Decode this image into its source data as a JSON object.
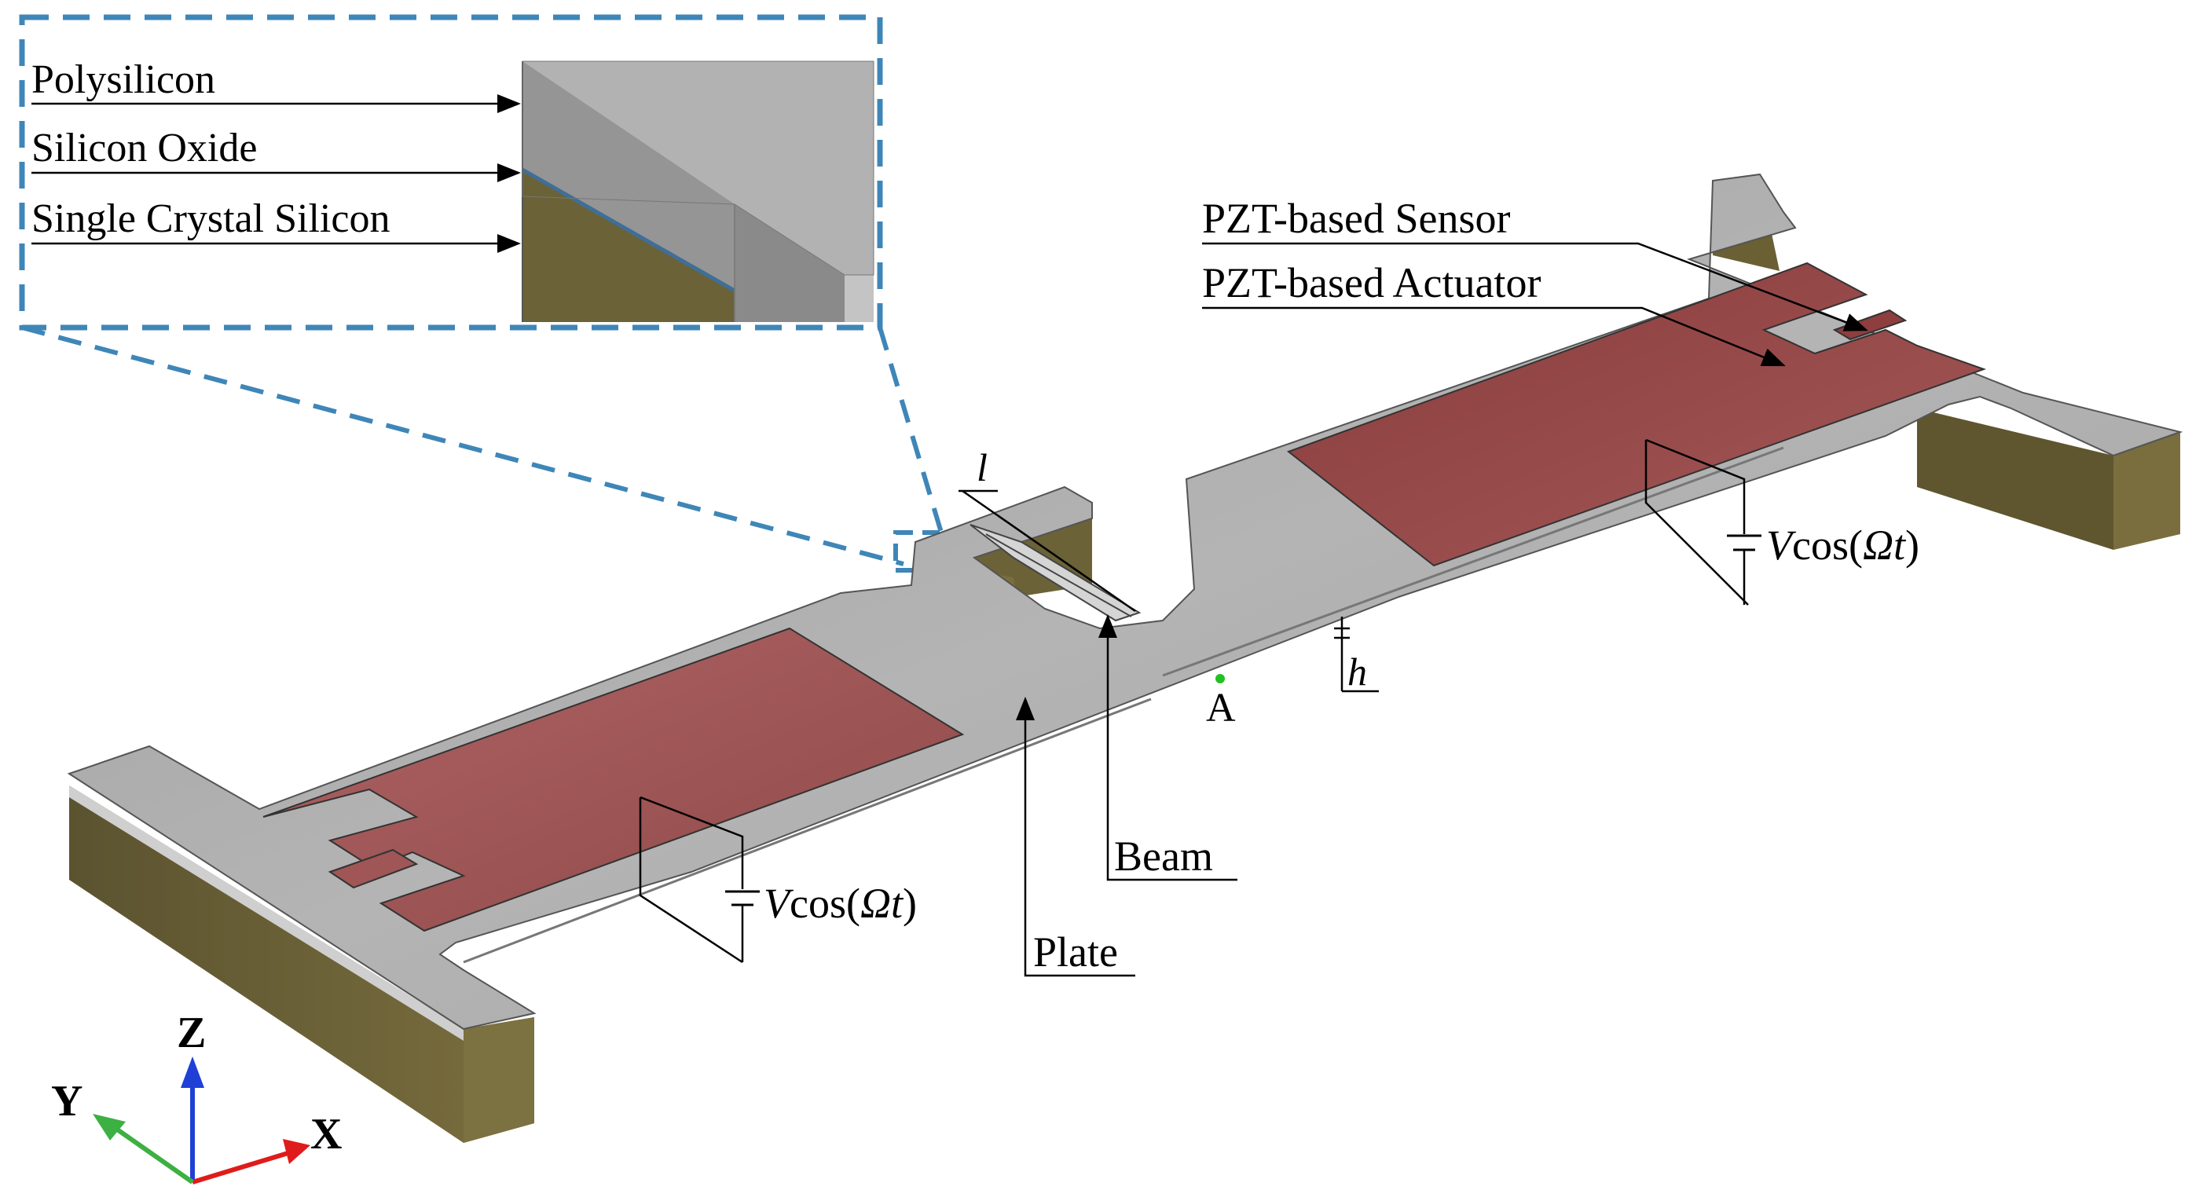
{
  "inset": {
    "layers": [
      {
        "label": "Polysilicon"
      },
      {
        "label": "Silicon Oxide"
      },
      {
        "label": "Single Crystal Silicon"
      }
    ]
  },
  "labels": {
    "sensor": "PZT-based Sensor",
    "actuator": "PZT-based Actuator",
    "beam": "Beam",
    "plate": "Plate",
    "point_a": "A",
    "length_symbol": "l",
    "thickness_symbol": "h"
  },
  "voltage": {
    "italic_v": "V",
    "cos_prefix": "cos(",
    "omega_t": "Ωt",
    "close": ")"
  },
  "axes": {
    "x": "X",
    "y": "Y",
    "z": "Z"
  },
  "colors": {
    "pzt": "#a05656",
    "structure_top": "#a9a9a9",
    "anchor_side": "#6e6438",
    "inset_frame": "#3f86b8",
    "axis_x": "#e01b1b",
    "axis_y": "#3cb043",
    "axis_z": "#1f3fd6",
    "point_a": "#22c022"
  }
}
